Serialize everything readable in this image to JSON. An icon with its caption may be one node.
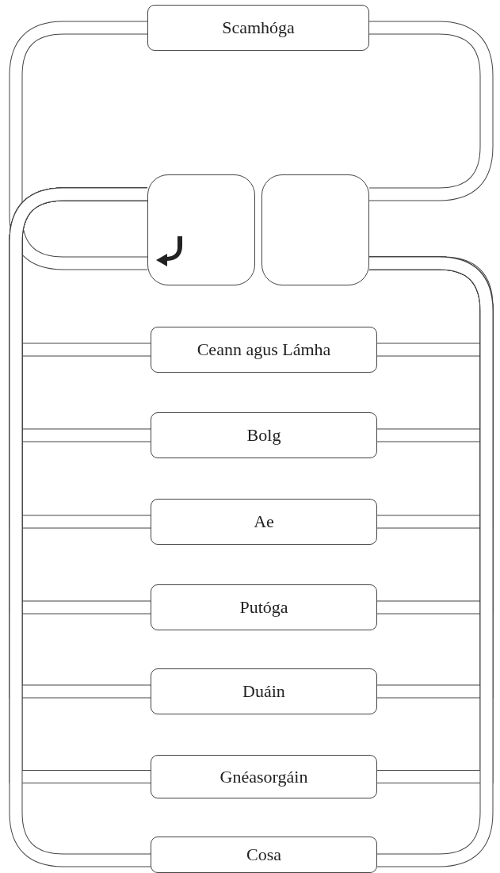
{
  "diagram": {
    "nodes": [
      {
        "text": [
          "Scamhóga"
        ]
      },
      {
        "text": [],
        "shape": "box"
      },
      {
        "text": [],
        "shape": "box"
      },
      {
        "text": [
          "Ceann agus Lámha"
        ]
      },
      {
        "text": [
          "Bolg"
        ]
      },
      {
        "text": [
          "Ae"
        ]
      },
      {
        "text": [
          "Putóga"
        ]
      },
      {
        "text": [
          "Duáin"
        ]
      },
      {
        "text": [
          "Gnéasorgáin"
        ]
      },
      {
        "text": [
          "Cosa"
        ]
      }
    ],
    "edges": [
      {
        "from": 0,
        "to": 1,
        "arrow": "none"
      },
      {
        "from": 2,
        "to": 0,
        "arrow": "none"
      },
      {
        "from": 1,
        "to": 3,
        "arrow": "none"
      },
      {
        "from": 1,
        "to": 4,
        "arrow": "none"
      },
      {
        "from": 1,
        "to": 5,
        "arrow": "none"
      },
      {
        "from": 1,
        "to": 6,
        "arrow": "none"
      },
      {
        "from": 1,
        "to": 7,
        "arrow": "none"
      },
      {
        "from": 1,
        "to": 8,
        "arrow": "none"
      },
      {
        "from": 1,
        "to": 9,
        "arrow": "none"
      },
      {
        "from": 3,
        "to": 2,
        "arrow": "none"
      },
      {
        "from": 4,
        "to": 2,
        "arrow": "none"
      },
      {
        "from": 5,
        "to": 2,
        "arrow": "none"
      },
      {
        "from": 6,
        "to": 2,
        "arrow": "none"
      },
      {
        "from": 7,
        "to": 2,
        "arrow": "none"
      },
      {
        "from": 8,
        "to": 2,
        "arrow": "none"
      },
      {
        "from": 9,
        "to": 2,
        "arrow": "none"
      }
    ]
  }
}
